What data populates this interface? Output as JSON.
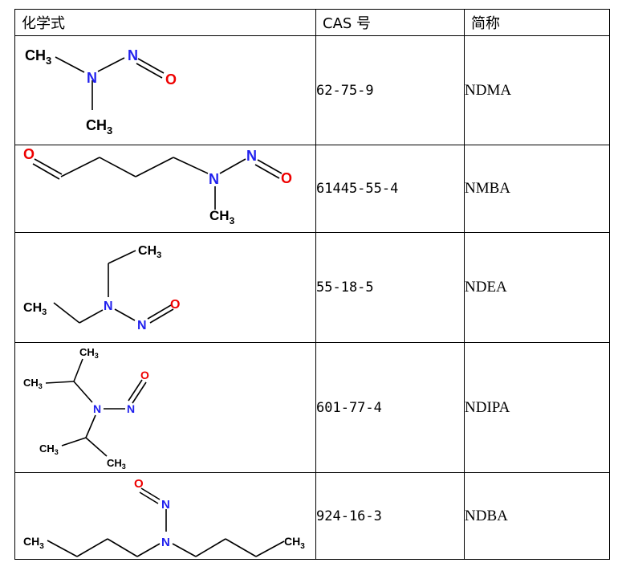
{
  "table": {
    "headers": {
      "structure": "化学式",
      "cas": "CAS 号",
      "abbr": "简称"
    },
    "rows": [
      {
        "cas": "62-75-9",
        "abbr": "NDMA"
      },
      {
        "cas": "61445-55-4",
        "abbr": "NMBA"
      },
      {
        "cas": "55-18-5",
        "abbr": "NDEA"
      },
      {
        "cas": "601-77-4",
        "abbr": "NDIPA"
      },
      {
        "cas": "924-16-3",
        "abbr": "NDBA"
      }
    ]
  },
  "atoms": {
    "nitrogen": "N",
    "oxygen": "O",
    "carbon": "C",
    "hydrogen": "H",
    "subscript_3": "3"
  },
  "colors": {
    "nitrogen": "#2020ee",
    "oxygen": "#ee0000",
    "bond": "#000000"
  }
}
